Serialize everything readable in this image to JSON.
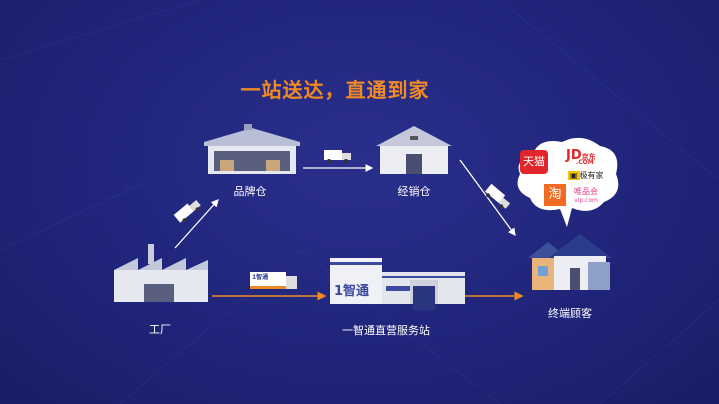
{
  "title": "一站送达，直通到家",
  "nodes": {
    "brand_warehouse": "品牌仓",
    "dealer_warehouse": "经销仓",
    "factory": "工厂",
    "station": "一智通直营服务站",
    "customer": "终端顾客"
  },
  "station_sign": "1智通",
  "truck_logo": "1智通",
  "platforms": {
    "tmall": "天猫",
    "jd": "JD",
    "jd_cn": "京东",
    "jd_com": ".COM",
    "jiyoujia": "极有家",
    "taobao": "淘",
    "vip": "唯品会",
    "vip_com": "vip.com"
  },
  "colors": {
    "accent": "#f08a24",
    "background": "#1f2479"
  }
}
